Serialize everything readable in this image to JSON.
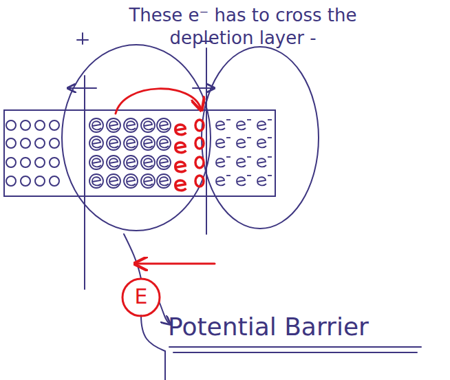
{
  "diagram": {
    "labels": [
      "These e⁻ has to cross the depletion layer -",
      "E",
      "Potential Barrier"
    ]
  }
}
